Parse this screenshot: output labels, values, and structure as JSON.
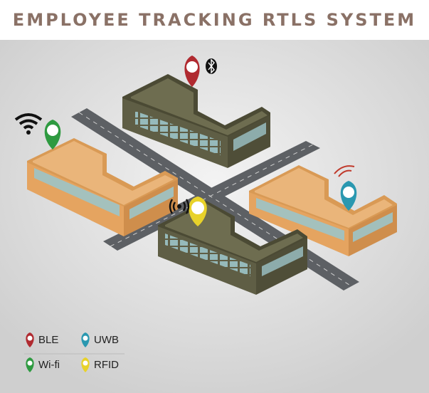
{
  "title": "EMPLOYEE TRACKING RTLS SYSTEM",
  "legend": [
    {
      "label": "BLE",
      "color": "#b02a30",
      "icon": "map-pin-icon"
    },
    {
      "label": "UWB",
      "color": "#2a98b0",
      "icon": "map-pin-icon"
    },
    {
      "label": "Wi-fi",
      "color": "#2e9a40",
      "icon": "map-pin-icon"
    },
    {
      "label": "RFID",
      "color": "#e8d22a",
      "icon": "map-pin-icon"
    }
  ],
  "colors": {
    "background": "#dcdcdc",
    "road": "#5d6064",
    "orange_building": "#e5a460",
    "olive_building": "#5f5e45",
    "window": "#9cc4c8",
    "ble": "#b02a30",
    "wifi": "#2e9a40",
    "rfid": "#e8d22a",
    "uwb": "#2a98b0"
  },
  "icons": [
    "bluetooth-icon",
    "wifi-icon",
    "rfid-signal-icon",
    "radio-wave-icon"
  ]
}
